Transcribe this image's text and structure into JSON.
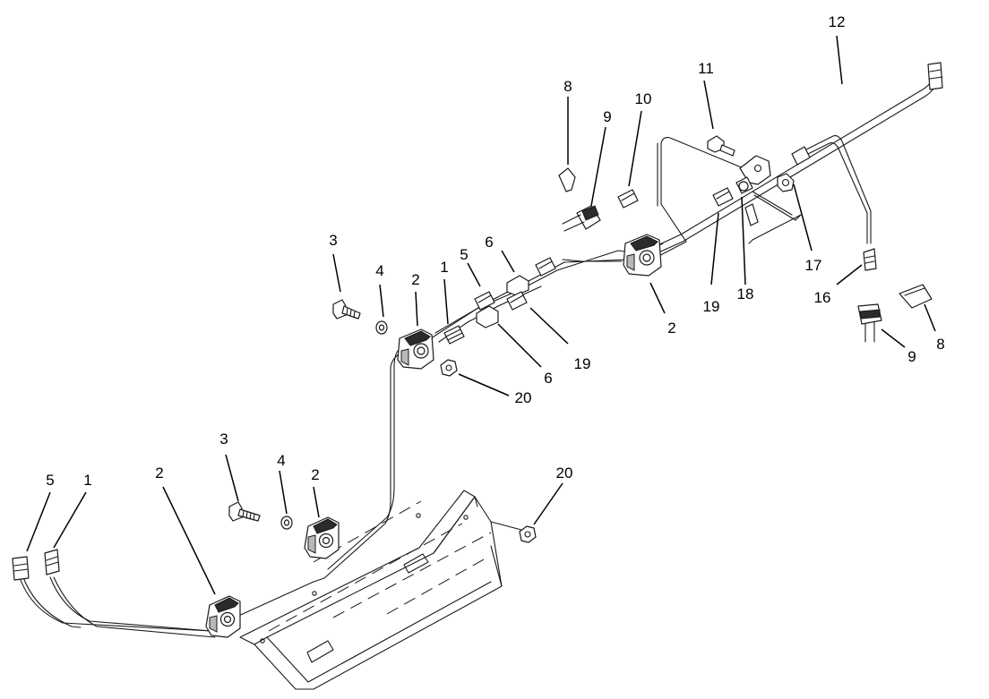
{
  "callouts": [
    {
      "id": "c12",
      "text": "12"
    },
    {
      "id": "c8a",
      "text": "8"
    },
    {
      "id": "c9a",
      "text": "9"
    },
    {
      "id": "c10",
      "text": "10"
    },
    {
      "id": "c11",
      "text": "11"
    },
    {
      "id": "c3a",
      "text": "3"
    },
    {
      "id": "c4a",
      "text": "4"
    },
    {
      "id": "c2a",
      "text": "2"
    },
    {
      "id": "c1a",
      "text": "1"
    },
    {
      "id": "c5a",
      "text": "5"
    },
    {
      "id": "c6a",
      "text": "6"
    },
    {
      "id": "c6b",
      "text": "6"
    },
    {
      "id": "c19a",
      "text": "19"
    },
    {
      "id": "c20a",
      "text": "20"
    },
    {
      "id": "c2b",
      "text": "2"
    },
    {
      "id": "c19b",
      "text": "19"
    },
    {
      "id": "c18",
      "text": "18"
    },
    {
      "id": "c17",
      "text": "17"
    },
    {
      "id": "c16",
      "text": "16"
    },
    {
      "id": "c9b",
      "text": "9"
    },
    {
      "id": "c8b",
      "text": "8"
    },
    {
      "id": "c3b",
      "text": "3"
    },
    {
      "id": "c4b",
      "text": "4"
    },
    {
      "id": "c2c",
      "text": "2"
    },
    {
      "id": "c2d",
      "text": "2"
    },
    {
      "id": "c20b",
      "text": "20"
    },
    {
      "id": "c5b",
      "text": "5"
    },
    {
      "id": "c1b",
      "text": "1"
    }
  ]
}
